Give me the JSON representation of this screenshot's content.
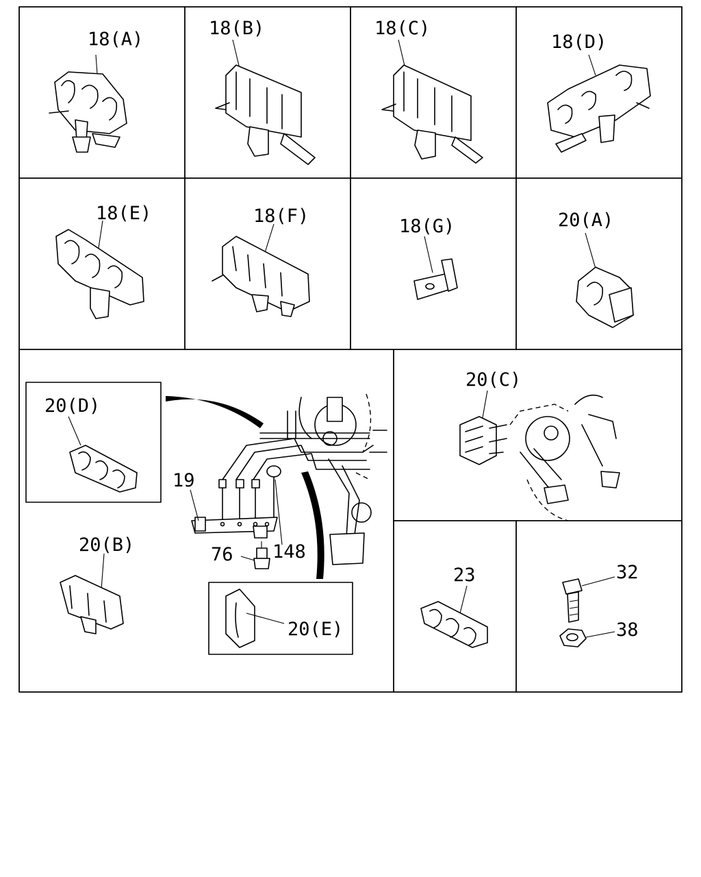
{
  "labels": {
    "p18a": "18(A)",
    "p18b": "18(B)",
    "p18c": "18(C)",
    "p18d": "18(D)",
    "p18e": "18(E)",
    "p18f": "18(F)",
    "p18g": "18(G)",
    "p20a": "20(A)",
    "p20b": "20(B)",
    "p20c": "20(C)",
    "p20d": "20(D)",
    "p20e": "20(E)",
    "p19": "19",
    "p76": "76",
    "p148": "148",
    "p23": "23",
    "p32": "32",
    "p38": "38"
  }
}
